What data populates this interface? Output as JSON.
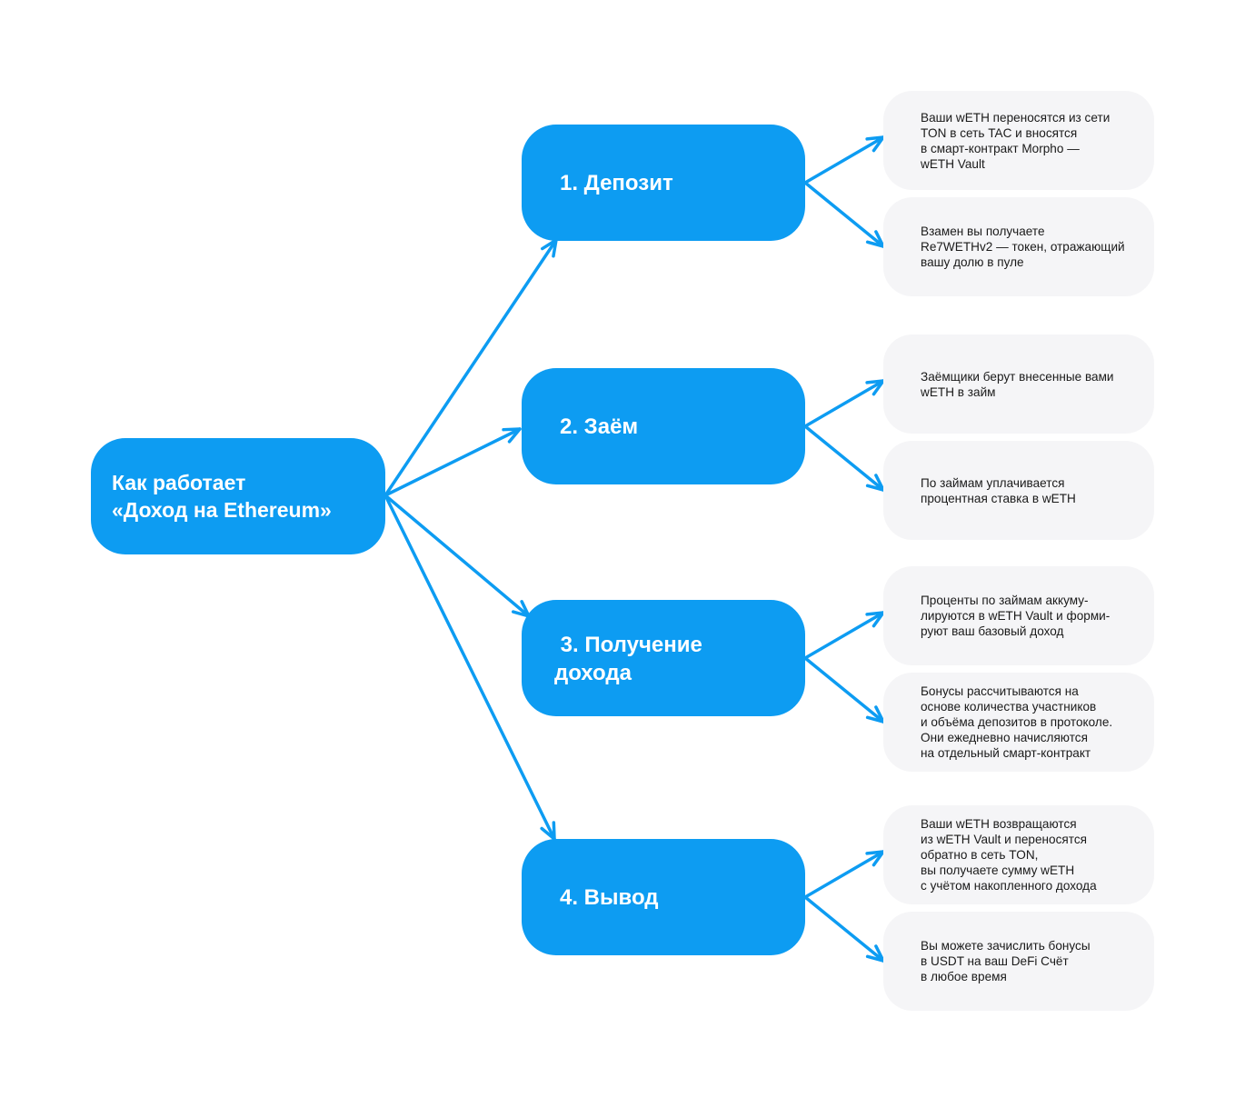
{
  "root": {
    "lines": [
      "Как работает",
      "«Доход на Ethereum»"
    ]
  },
  "steps": [
    {
      "title_lines": [
        "1. Депозит"
      ],
      "notes": [
        [
          "Ваши wETH переносятся из сети",
          "TON в сеть TAC и вносятся",
          "в смарт-контракт Morpho —",
          "wETH Vault"
        ],
        [
          "Взамен вы получаете",
          "Re7WETHv2 — токен, отражающий",
          "вашу долю в пуле"
        ]
      ]
    },
    {
      "title_lines": [
        "2. Заём"
      ],
      "notes": [
        [
          "Заёмщики берут внесенные вами",
          "wETH в займ"
        ],
        [
          "По займам уплачивается",
          "процентная ставка в wETH"
        ]
      ]
    },
    {
      "title_lines": [
        " 3. Получение",
        "дохода"
      ],
      "notes": [
        [
          "Проценты по займам аккуму-",
          "лируются в wETH Vault и форми-",
          "руют ваш базовый доход"
        ],
        [
          "Бонусы рассчитываются на",
          "основе количества участников",
          "и объёма депозитов в протоколе.",
          "Они ежедневно начисляются",
          "на отдельный смарт-контракт"
        ]
      ]
    },
    {
      "title_lines": [
        "4. Вывод"
      ],
      "notes": [
        [
          "Ваши wETH возвращаются",
          "из wETH Vault и переносятся",
          "обратно в сеть TON,",
          "вы получаете сумму wETH",
          "с учётом накопленного дохода"
        ],
        [
          "Вы можете зачислить бонусы",
          "в USDT на ваш DeFi Счёт",
          "в любое время"
        ]
      ]
    }
  ],
  "colors": {
    "box_fill": "#0d9cf2",
    "arrow": "#0d9cf2",
    "note_fill": "#f5f5f7",
    "note_text": "#1a1a1a",
    "box_text": "#ffffff"
  }
}
